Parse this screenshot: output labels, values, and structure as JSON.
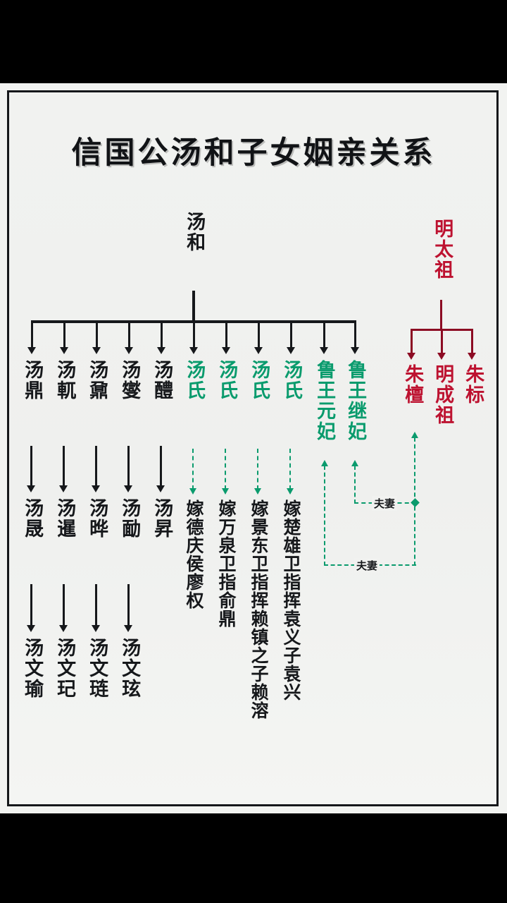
{
  "page": {
    "title": "信国公汤和子女姻亲关系",
    "background_color": "#f1f2f0",
    "letterbox_color": "#000000",
    "colors": {
      "black": "#16181b",
      "green": "#0a9b6d",
      "red": "#bd1230",
      "red_line": "#8c0b23"
    }
  },
  "root": {
    "label": "汤和"
  },
  "children": [
    {
      "label": "汤鼎",
      "color": "black"
    },
    {
      "label": "汤軏",
      "color": "black"
    },
    {
      "label": "汤鼐",
      "color": "black"
    },
    {
      "label": "汤燮",
      "color": "black"
    },
    {
      "label": "汤醴",
      "color": "black"
    },
    {
      "label": "汤氏",
      "color": "green"
    },
    {
      "label": "汤氏",
      "color": "green"
    },
    {
      "label": "汤氏",
      "color": "green"
    },
    {
      "label": "汤氏",
      "color": "green"
    },
    {
      "label": "鲁王元妃",
      "color": "green"
    },
    {
      "label": "鲁王继妃",
      "color": "green"
    }
  ],
  "generation2": [
    {
      "label": "汤晟"
    },
    {
      "label": "汤暹"
    },
    {
      "label": "汤晔"
    },
    {
      "label": "汤勔"
    },
    {
      "label": "汤昇"
    }
  ],
  "generation3": [
    {
      "label": "汤文瑜"
    },
    {
      "label": "汤文玘"
    },
    {
      "label": "汤文琏"
    },
    {
      "label": "汤文玹"
    }
  ],
  "marriages": [
    {
      "label": "嫁德庆侯廖权"
    },
    {
      "label": "嫁万泉卫指俞鼎"
    },
    {
      "label": "嫁景东卫指挥赖镇之子赖溶"
    },
    {
      "label": "嫁楚雄卫指挥袁义子袁兴"
    }
  ],
  "imperial": {
    "root": {
      "label": "明太祖"
    },
    "children": [
      {
        "label": "朱檀"
      },
      {
        "label": "明成祖"
      },
      {
        "label": "朱标"
      }
    ]
  },
  "spouse_links": [
    {
      "label": "夫妻"
    },
    {
      "label": "夫妻"
    }
  ]
}
